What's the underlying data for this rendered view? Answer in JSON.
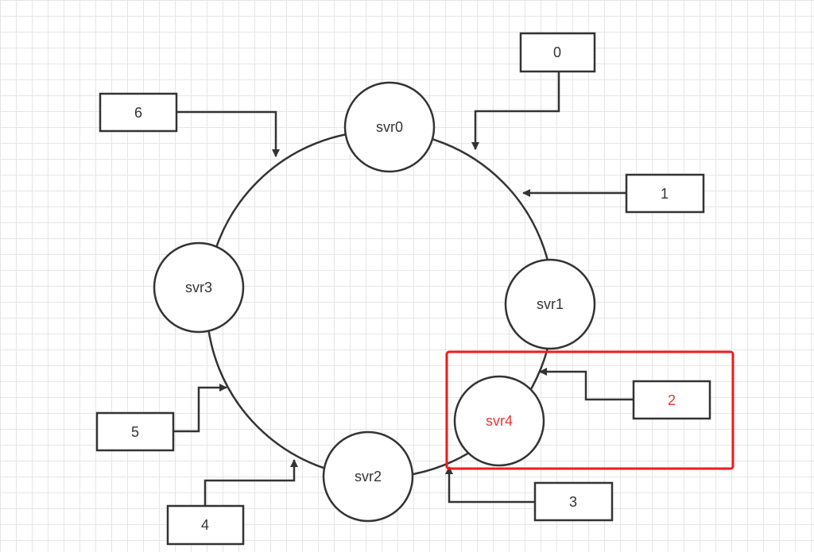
{
  "diagram": {
    "servers": [
      {
        "label": "svr0",
        "highlighted": false
      },
      {
        "label": "svr1",
        "highlighted": false
      },
      {
        "label": "svr2",
        "highlighted": false
      },
      {
        "label": "svr3",
        "highlighted": false
      },
      {
        "label": "svr4",
        "highlighted": true
      }
    ],
    "keys": [
      {
        "label": "0",
        "highlighted": false
      },
      {
        "label": "1",
        "highlighted": false
      },
      {
        "label": "2",
        "highlighted": true
      },
      {
        "label": "3",
        "highlighted": false
      },
      {
        "label": "4",
        "highlighted": false
      },
      {
        "label": "5",
        "highlighted": false
      },
      {
        "label": "6",
        "highlighted": false
      }
    ],
    "colors": {
      "stroke": "#333333",
      "highlight": "#e53935",
      "grid": "#e6e6e6"
    }
  }
}
